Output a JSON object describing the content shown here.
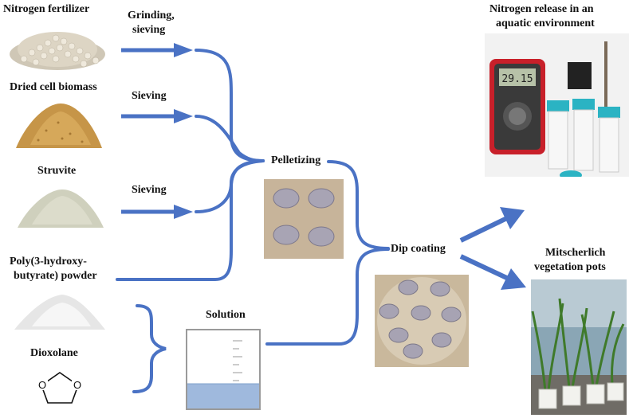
{
  "inputs": {
    "nitrogen_fertilizer": "Nitrogen fertilizer",
    "dried_cell_biomass": "Dried cell biomass",
    "struvite": "Struvite",
    "phb_line1": "Poly(3-hydroxy-",
    "phb_line2": "butyrate) powder",
    "dioxolane": "Dioxolane"
  },
  "steps": {
    "grinding_line1": "Grinding,",
    "grinding_line2": "sieving",
    "sieving_1": "Sieving",
    "sieving_2": "Sieving",
    "pelletizing": "Pelletizing",
    "solution": "Solution",
    "dip_coating": "Dip coating"
  },
  "outputs": {
    "release_line1": "Nitrogen release in an",
    "release_line2": "aquatic environment",
    "pots_line1": "Mitscherlich",
    "pots_line2": "vegetation pots"
  },
  "meter_display": "29.15",
  "colors": {
    "arrow_blue": "#4a72c4",
    "background": "#ffffff",
    "text": "#111111"
  }
}
